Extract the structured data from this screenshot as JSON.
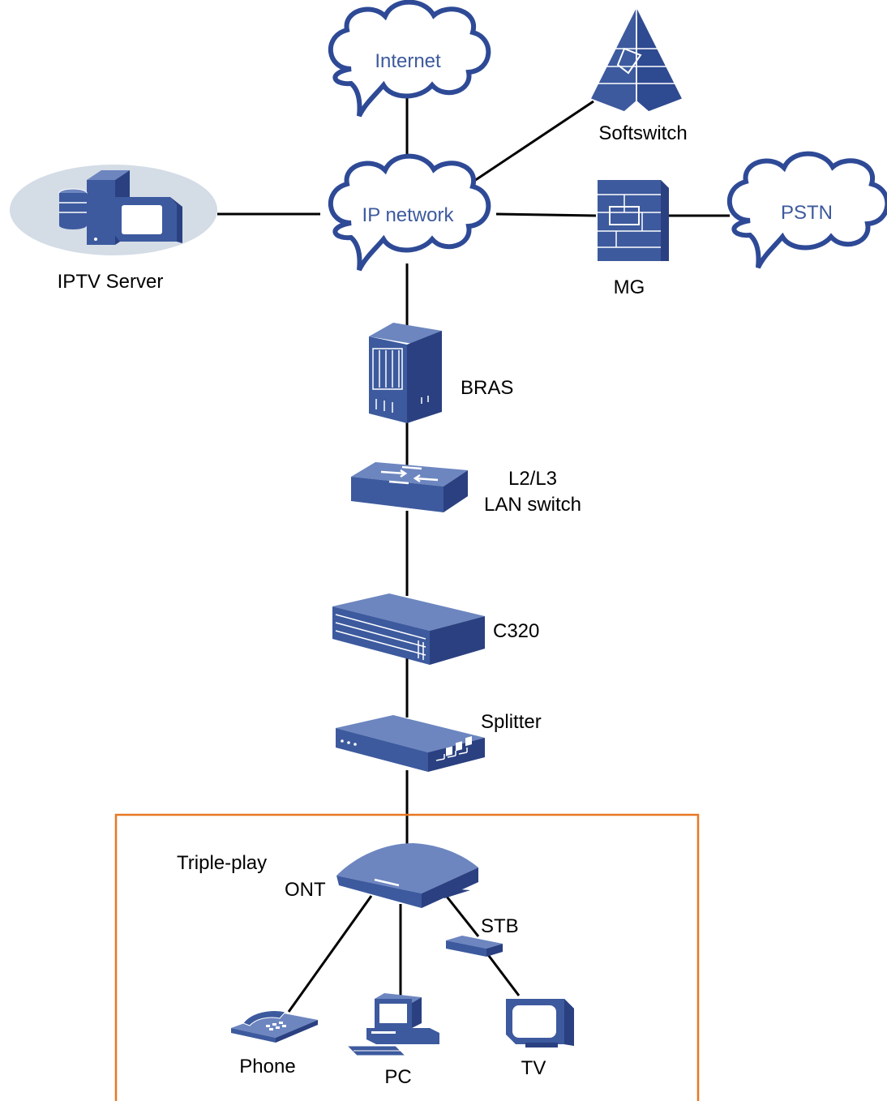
{
  "colors": {
    "device": "#3d5a9e",
    "device_dark": "#2a4080",
    "device_light": "#6d86c0",
    "cloud_text": "#3d5a9e",
    "line": "#000000",
    "frame": "#e87722",
    "halo": "#d4dce6"
  },
  "clouds": {
    "internet": "Internet",
    "ip_network": "IP network",
    "pstn": "PSTN"
  },
  "devices": {
    "softswitch": "Softswitch",
    "iptv_server": "IPTV Server",
    "mg": "MG",
    "bras": "BRAS",
    "lan_switch_line1": "L2/L3",
    "lan_switch_line2": "LAN switch",
    "c320": "C320",
    "splitter": "Splitter",
    "triple_play": "Triple-play",
    "ont": "ONT",
    "stb": "STB",
    "phone": "Phone",
    "pc": "PC",
    "tv": "TV"
  },
  "icons": [
    "cloud-icon",
    "softswitch-icon",
    "iptv-server-icon",
    "mg-icon",
    "bras-icon",
    "lan-switch-icon",
    "c320-icon",
    "splitter-icon",
    "ont-icon",
    "stb-icon",
    "phone-icon",
    "pc-icon",
    "tv-icon"
  ]
}
